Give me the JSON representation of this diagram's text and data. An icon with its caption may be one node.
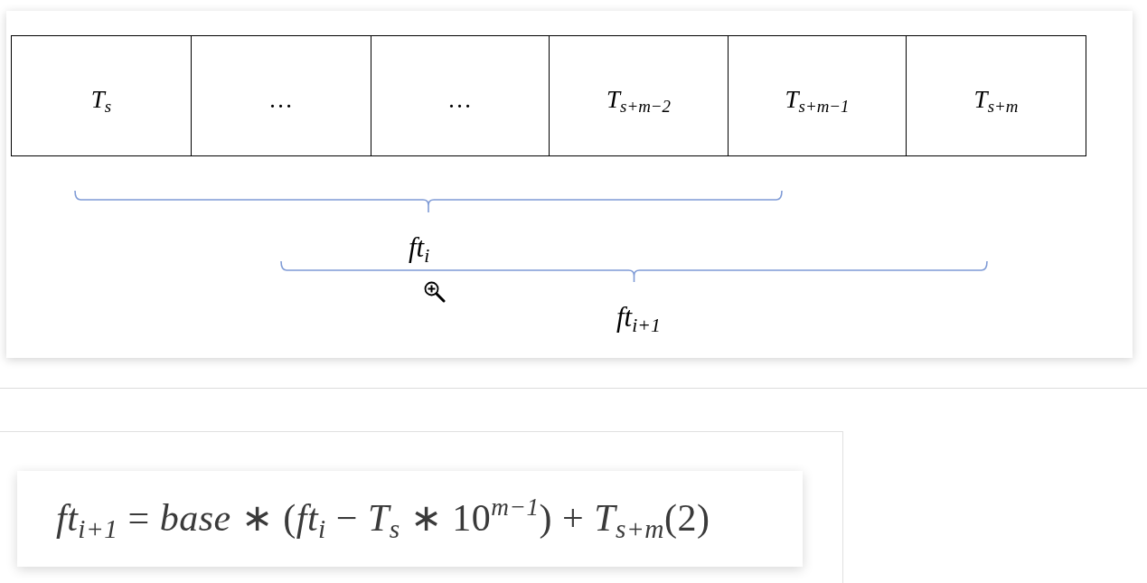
{
  "diagram": {
    "nodes": [
      {
        "text": [
          "T$_{s}$"
        ]
      },
      {
        "text": [
          "…"
        ]
      },
      {
        "text": [
          "…"
        ]
      },
      {
        "text": [
          "T$_{s+m−2}$"
        ]
      },
      {
        "text": [
          "T$_{s+m−1}$"
        ]
      },
      {
        "text": [
          "T$_{s+m}$"
        ]
      }
    ],
    "labels": [
      "ft$_{i}$",
      "ft$_{i+1}$",
      "*ft*$_{i+1}$ = *base* ∗ (*ft*$_{i}$ − *T*$_{s}$ ∗ 10$^{m−1}$) + *T*$_{s+m}$(2)"
    ]
  }
}
